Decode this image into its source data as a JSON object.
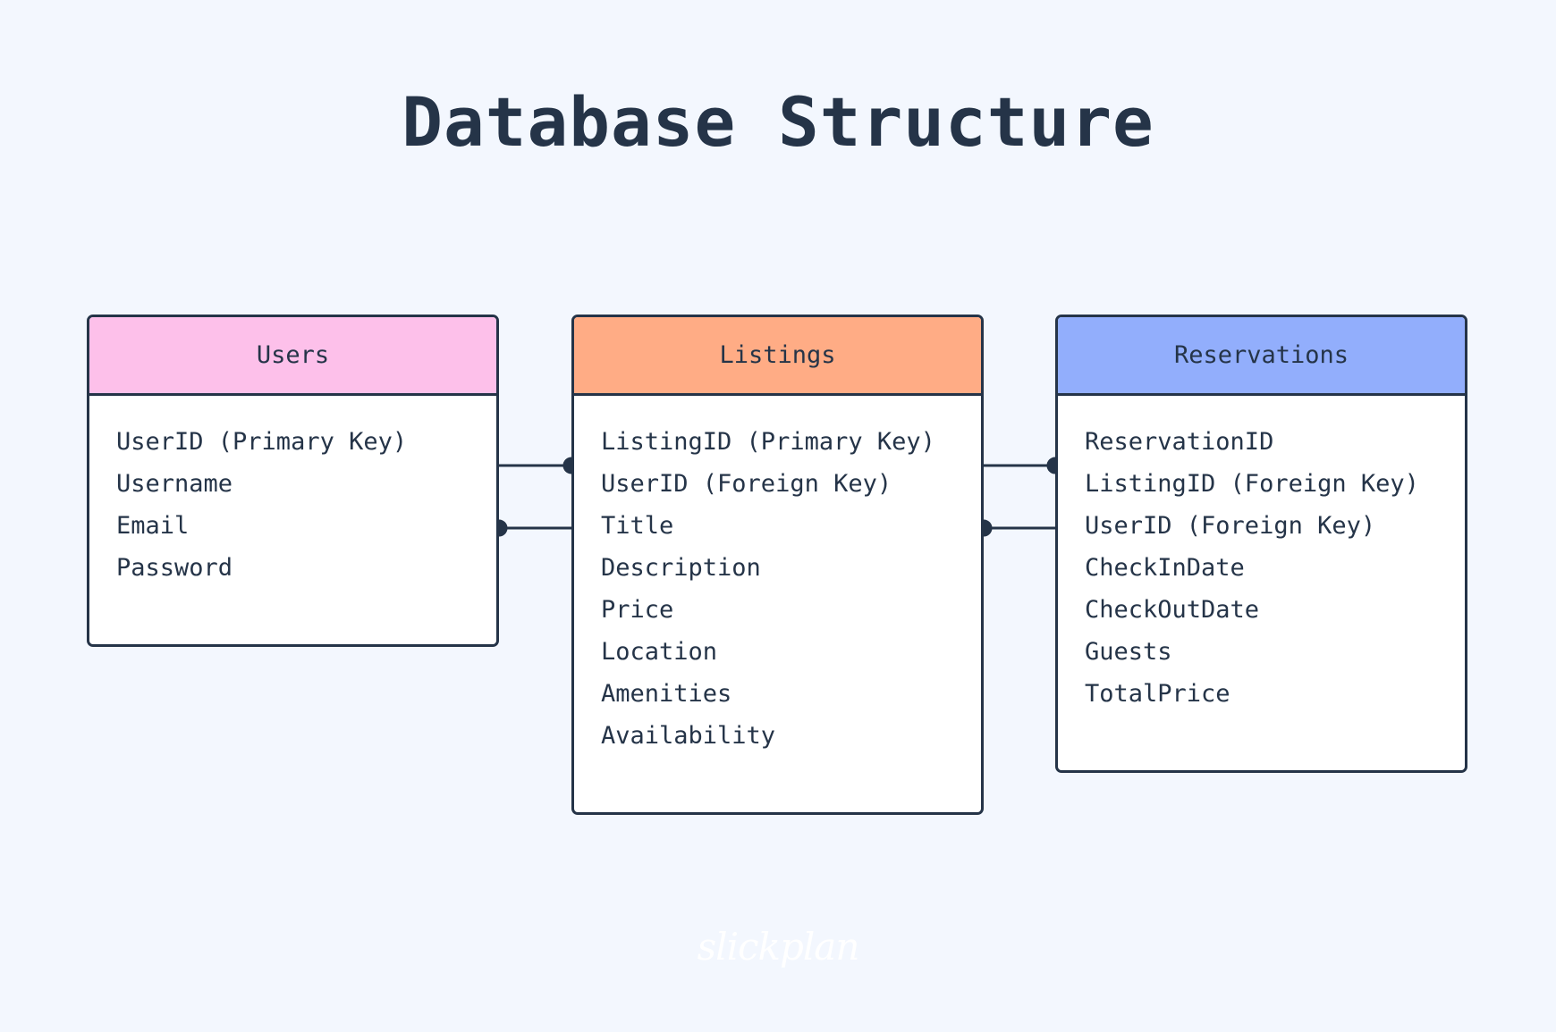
{
  "title": "Database Structure",
  "tables": [
    {
      "id": "users",
      "name": "Users",
      "header_color": "#fdc0ea",
      "fields": [
        "UserID (Primary Key)",
        "Username",
        "Email",
        "Password"
      ]
    },
    {
      "id": "listings",
      "name": "Listings",
      "header_color": "#ffac85",
      "fields": [
        "ListingID (Primary Key)",
        "UserID (Foreign Key)",
        "Title",
        "Description",
        "Price",
        "Location",
        "Amenities",
        "Availability"
      ]
    },
    {
      "id": "reservations",
      "name": "Reservations",
      "header_color": "#92aefc",
      "fields": [
        "ReservationID",
        "ListingID (Foreign Key)",
        "UserID (Foreign Key)",
        "CheckInDate",
        "CheckOutDate",
        "Guests",
        "TotalPrice"
      ]
    }
  ],
  "logo": "slickplan",
  "colors": {
    "background": "#f3f7fe",
    "ink": "#253448",
    "logo": "#ffffff"
  }
}
